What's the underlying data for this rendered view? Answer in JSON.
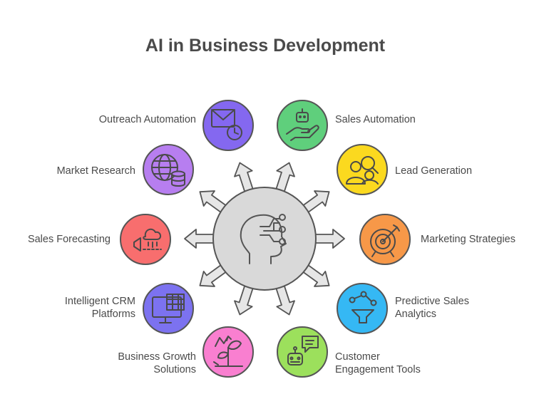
{
  "title": "AI in Business Development",
  "colors": {
    "hub_fill": "#d9d9d9",
    "stroke": "#555555",
    "text": "#4a4a4a"
  },
  "hub_icon": "head-network-icon",
  "nodes": [
    {
      "id": "outreach",
      "label": "Outreach Automation",
      "icon": "envelope-clock-icon",
      "color": "#8468f0"
    },
    {
      "id": "sales-auto",
      "label": "Sales Automation",
      "icon": "robot-hand-icon",
      "color": "#5fcf7c"
    },
    {
      "id": "market",
      "label": "Market Research",
      "icon": "globe-database-icon",
      "color": "#b77ef0"
    },
    {
      "id": "lead",
      "label": "Lead Generation",
      "icon": "people-search-icon",
      "color": "#fbd91f"
    },
    {
      "id": "forecast",
      "label": "Sales Forecasting",
      "icon": "cloud-rain-icon",
      "color": "#f86e6e"
    },
    {
      "id": "marketing",
      "label": "Marketing Strategies",
      "icon": "target-arrow-icon",
      "color": "#f79848"
    },
    {
      "id": "crm",
      "label": "Intelligent CRM Platforms",
      "label_lines": [
        "Intelligent CRM",
        "Platforms"
      ],
      "icon": "monitor-table-icon",
      "color": "#7c72f0"
    },
    {
      "id": "predictive",
      "label": "Predictive Sales Analytics",
      "label_lines": [
        "Predictive Sales",
        "Analytics"
      ],
      "icon": "funnel-graph-icon",
      "color": "#35b8f4"
    },
    {
      "id": "growth",
      "label": "Business Growth Solutions",
      "label_lines": [
        "Business Growth",
        "Solutions"
      ],
      "icon": "plant-growth-icon",
      "color": "#f97fd0"
    },
    {
      "id": "engagement",
      "label": "Customer Engagement Tools",
      "label_lines": [
        "Customer",
        "Engagement Tools"
      ],
      "icon": "chat-robot-icon",
      "color": "#9ce05c"
    }
  ]
}
